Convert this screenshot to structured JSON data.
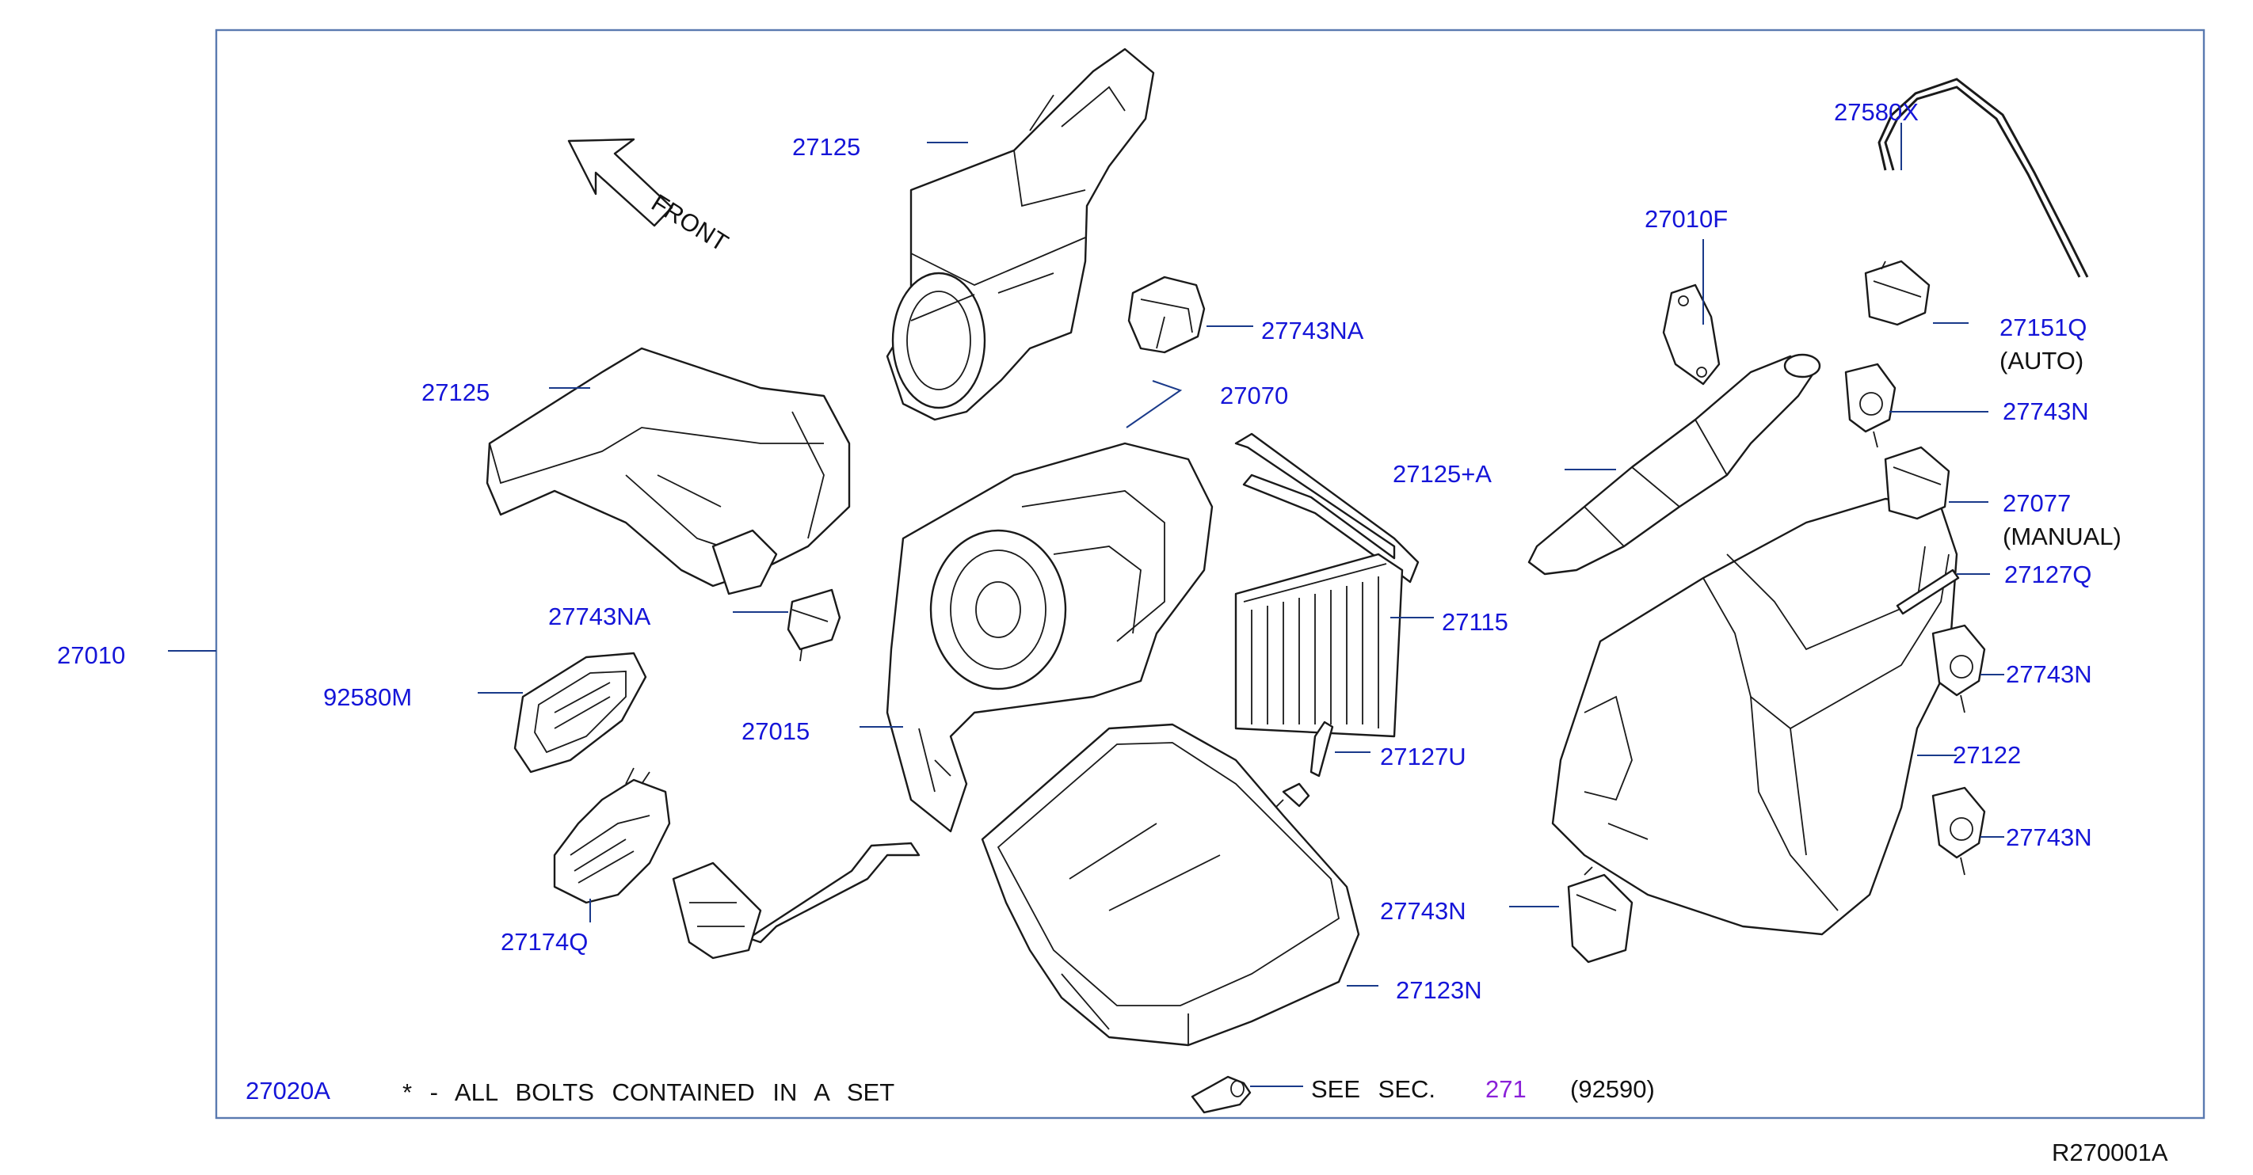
{
  "labels": {
    "l27125_top": "27125",
    "l27125_left": "27125",
    "l27743NA_top": "27743NA",
    "l27743NA_left": "27743NA",
    "l27070": "27070",
    "l27010": "27010",
    "l92580M": "92580M",
    "l27015": "27015",
    "l27174Q": "27174Q",
    "l27115": "27115",
    "l27127U": "27127U",
    "l27743N_mid": "27743N",
    "l27123N": "27123N",
    "l27010F": "27010F",
    "l27580X": "27580X",
    "l27151Q": "27151Q",
    "l27125A": "27125+A",
    "l27743N_r1": "27743N",
    "l27077": "27077",
    "l27127Q": "27127Q",
    "l27743N_r2": "27743N",
    "l27122": "27122",
    "l27743N_r3": "27743N"
  },
  "notes": {
    "auto": "(AUTO)",
    "manual": "(MANUAL)",
    "front": "FRONT",
    "set_part": "27020A",
    "set_note": "* - ALL BOLTS CONTAINED IN A SET",
    "see_sec": "SEE SEC.",
    "see_sec_number": "271",
    "see_sec_part": "(92590)",
    "drawing_code": "R270001A"
  },
  "colors": {
    "label_blue": "#1515d8",
    "link_purple": "#8a20d8",
    "leader_line": "#1a3a8a",
    "frame": "#5a7ab0"
  }
}
